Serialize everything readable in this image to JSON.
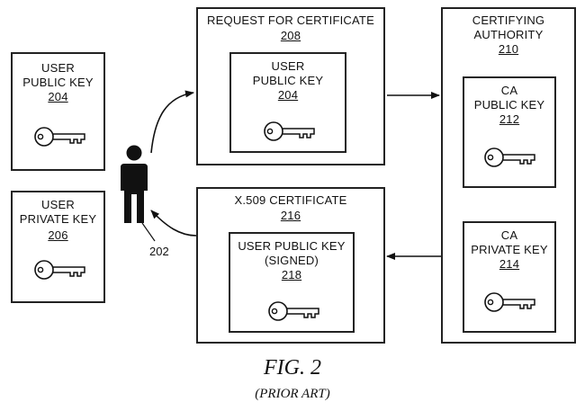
{
  "user_public_key": {
    "line1": "USER",
    "line2": "PUBLIC KEY",
    "ref": "204"
  },
  "user_private_key": {
    "line1": "USER",
    "line2": "PRIVATE KEY",
    "ref": "206"
  },
  "request": {
    "title": "REQUEST FOR CERTIFICATE",
    "ref": "208",
    "inner": {
      "line1": "USER",
      "line2": "PUBLIC KEY",
      "ref": "204"
    }
  },
  "certificate": {
    "title": "X.509 CERTIFICATE",
    "ref": "216",
    "inner": {
      "line1": "USER PUBLIC KEY",
      "line2": "(SIGNED)",
      "ref": "218"
    }
  },
  "ca": {
    "line1": "CERTIFYING",
    "line2": "AUTHORITY",
    "ref": "210",
    "public": {
      "line1": "CA",
      "line2": "PUBLIC KEY",
      "ref": "212"
    },
    "private": {
      "line1": "CA",
      "line2": "PRIVATE KEY",
      "ref": "214"
    }
  },
  "person_ref": "202",
  "caption": {
    "figure": "FIG. 2",
    "note": "(PRIOR ART)"
  }
}
